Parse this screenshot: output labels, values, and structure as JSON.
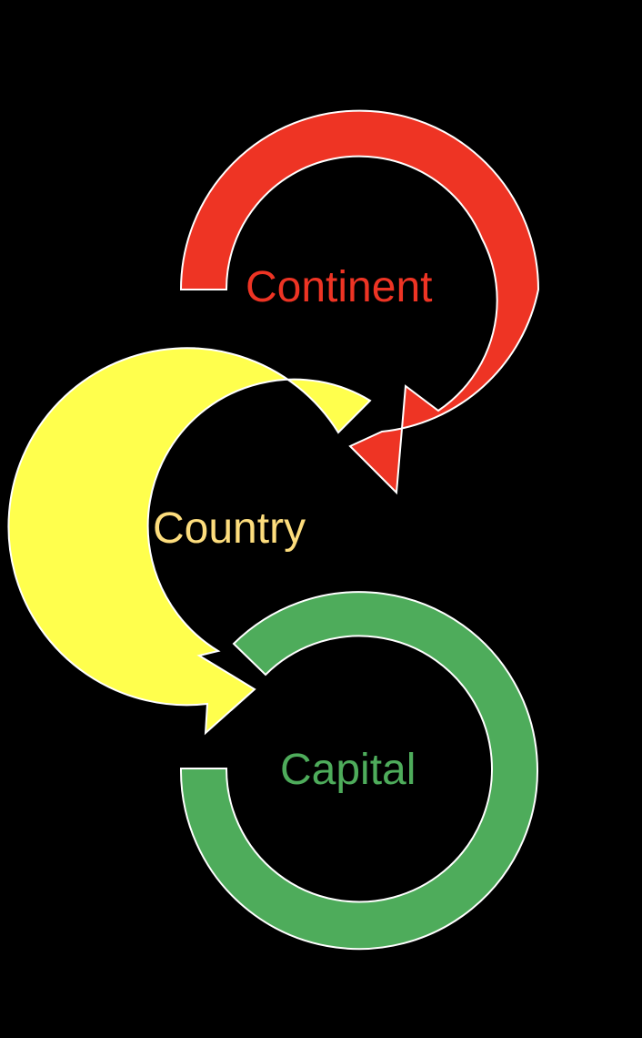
{
  "background": "#000000",
  "cycle": [
    {
      "label": "Continent",
      "color": "#EE3424",
      "label_color": "#EE3424"
    },
    {
      "label": "Country",
      "color": "#FFFF4D",
      "label_color": "#FDDD7D"
    },
    {
      "label": "Capital",
      "color": "#4EAC5B",
      "label_color": "#4EAC5B"
    }
  ]
}
